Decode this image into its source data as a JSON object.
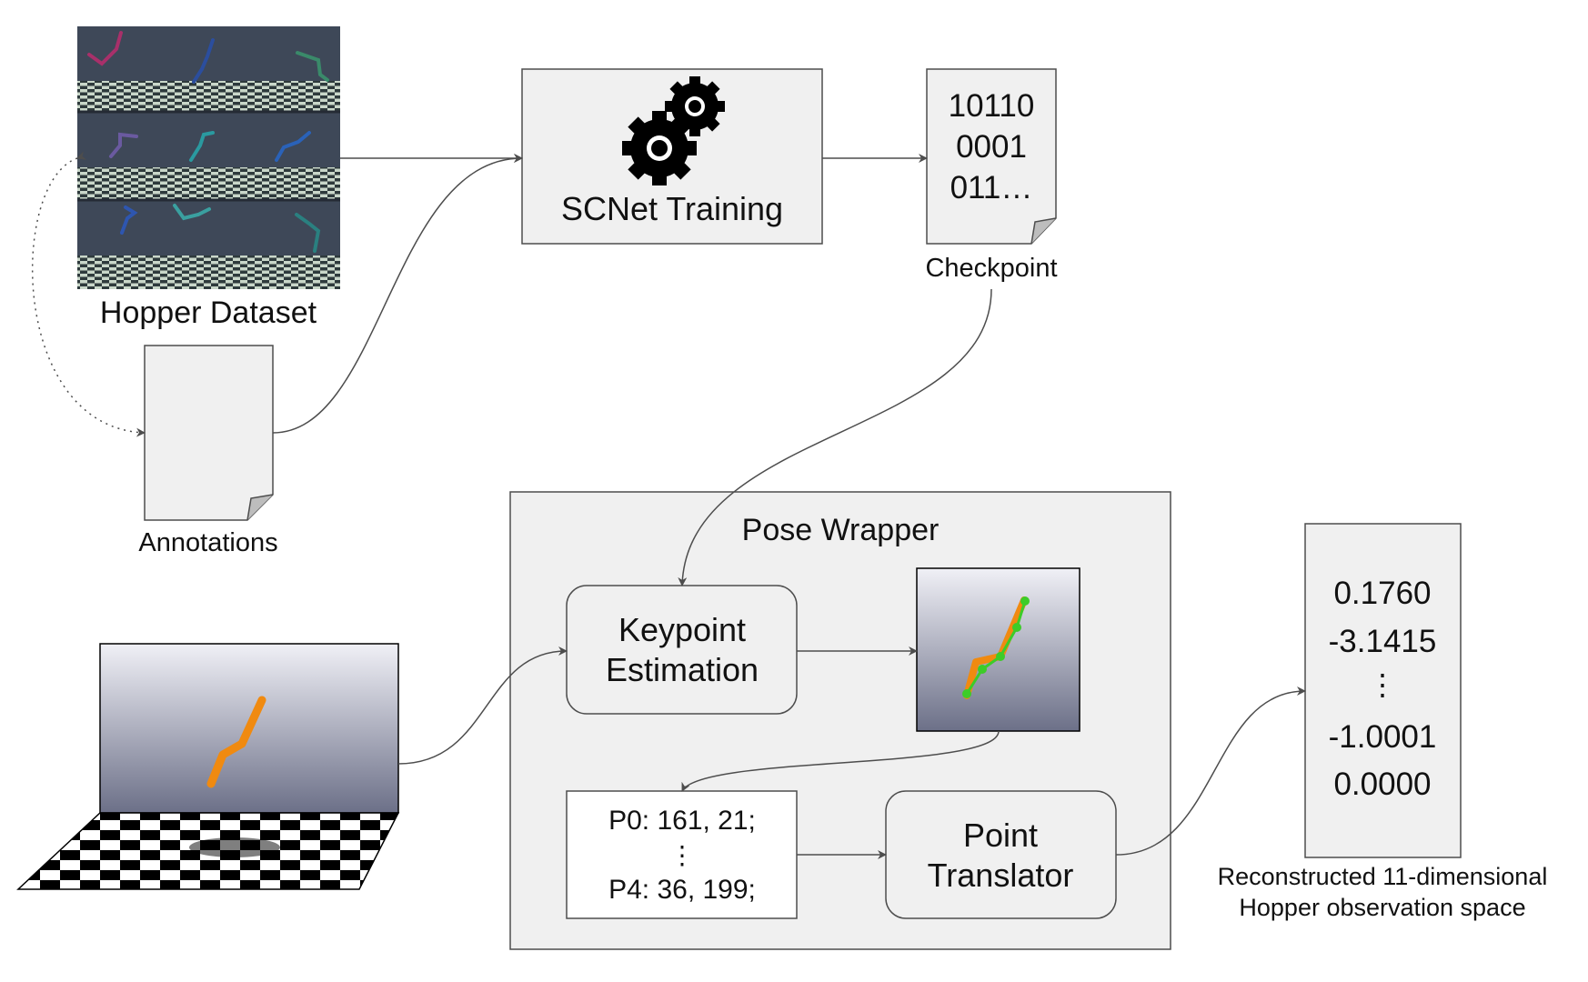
{
  "dataset": {
    "label": "Hopper Dataset"
  },
  "annotations": {
    "label": "Annotations"
  },
  "training": {
    "label": "SCNet Training",
    "icon": "gears-icon"
  },
  "checkpoint": {
    "lines": [
      "10110",
      "0001",
      "011…"
    ],
    "label": "Checkpoint"
  },
  "wrapper": {
    "title": "Pose Wrapper",
    "keypoint": [
      "Keypoint",
      "Estimation"
    ],
    "points": [
      "P0: 161, 21;",
      "⋮",
      "P4: 36, 199;"
    ],
    "translator": [
      "Point",
      "Translator"
    ]
  },
  "observation": {
    "values": [
      "0.1760",
      "-3.1415",
      "⋮",
      "-1.0001",
      "0.0000"
    ],
    "caption": [
      "Reconstructed 11-dimensional",
      "Hopper observation space"
    ]
  },
  "colors": {
    "box_fill": "#f0f0f0",
    "stroke": "#4d4d4d",
    "pose_orange": "#f08a10",
    "keypoint_green": "#3ccc28",
    "sky_top": "#f0f0f6",
    "sky_bottom": "#6c7088"
  }
}
